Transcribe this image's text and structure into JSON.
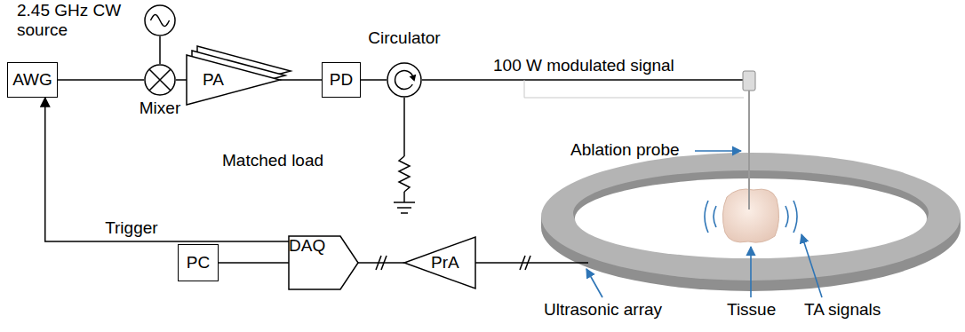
{
  "diagram": {
    "nodes": [
      {
        "text": [
          "AWG"
        ]
      },
      {
        "text": [
          "Mixer"
        ]
      },
      {
        "text": [
          "2.45 GHz CW source"
        ]
      },
      {
        "text": [
          "PA"
        ]
      },
      {
        "text": [
          "PD"
        ]
      },
      {
        "text": [
          "Circulator"
        ]
      },
      {
        "text": [
          "DAQ"
        ]
      },
      {
        "text": [
          "PC"
        ]
      },
      {
        "text": [
          "PrA"
        ]
      }
    ],
    "edges": [
      {
        "from": 0,
        "to": 1,
        "arrow": "none"
      },
      {
        "from": 2,
        "to": 1,
        "arrow": "none"
      },
      {
        "from": 1,
        "to": 3,
        "arrow": "none"
      },
      {
        "from": 3,
        "to": 4,
        "arrow": "none"
      },
      {
        "from": 4,
        "to": 5,
        "arrow": "none"
      },
      {
        "from": 7,
        "to": 6,
        "arrow": "none"
      },
      {
        "from": 8,
        "to": 6,
        "arrow": "none"
      },
      {
        "from": 6,
        "to": 0,
        "label": "Trigger",
        "arrow": "to"
      }
    ],
    "labels": [
      "100 W modulated signal",
      "Matched load",
      "Ablation probe",
      "Ultrasonic array",
      "Tissue",
      "TA signals"
    ]
  }
}
